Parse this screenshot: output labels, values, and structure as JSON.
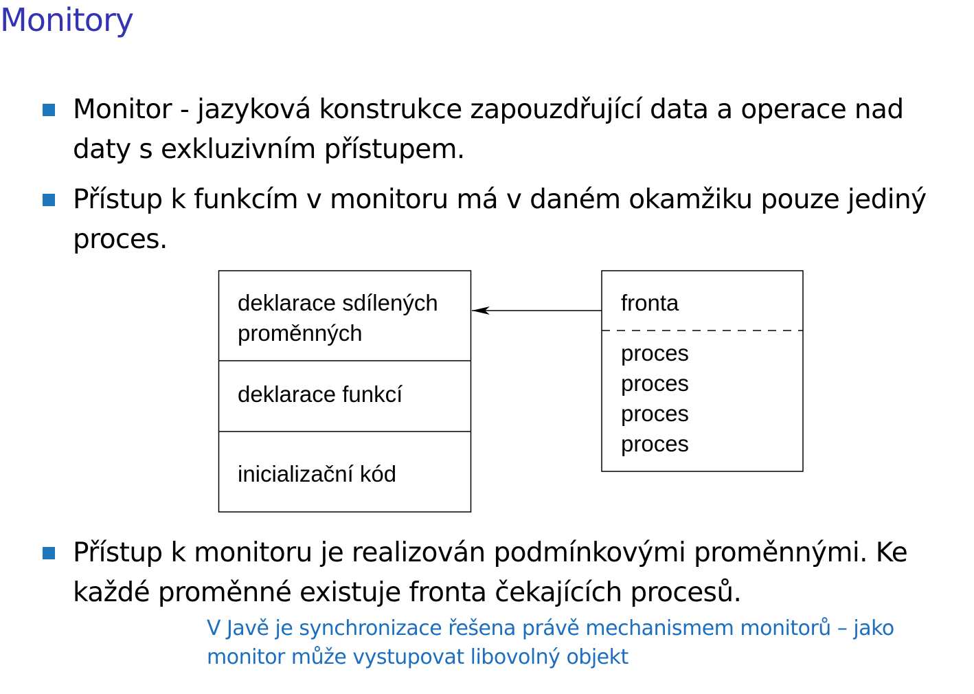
{
  "title": "Monitory",
  "colors": {
    "title": "#3333b3",
    "bullet_marker": "#1f77bb",
    "note": "#1c6fbf",
    "text": "#000000"
  },
  "bullets": [
    {
      "text": "Monitor - jazyková konstrukce zapouzdřující data a operace nad daty s exkluzivním přístupem."
    },
    {
      "text": "Přístup k funkcím v monitoru má v daném okamžiku pouze jediný proces."
    },
    {
      "text": "Přístup k monitoru je realizován podmínkovými proměnnými. Ke každé proměnné existuje fronta čekajících procesů."
    }
  ],
  "diagram": {
    "monitor_box": {
      "sections": [
        {
          "lines": [
            "deklarace sdílených",
            "proměnných"
          ]
        },
        {
          "lines": [
            "deklarace funkcí"
          ]
        },
        {
          "lines": [
            "inicializační kód"
          ]
        }
      ]
    },
    "queue_box": {
      "header": "fronta",
      "items": [
        "proces",
        "proces",
        "proces",
        "proces"
      ]
    }
  },
  "note": "V Javě je synchronizace řešena právě mechanismem monitorů – jako monitor může vystupovat libovolný objekt"
}
